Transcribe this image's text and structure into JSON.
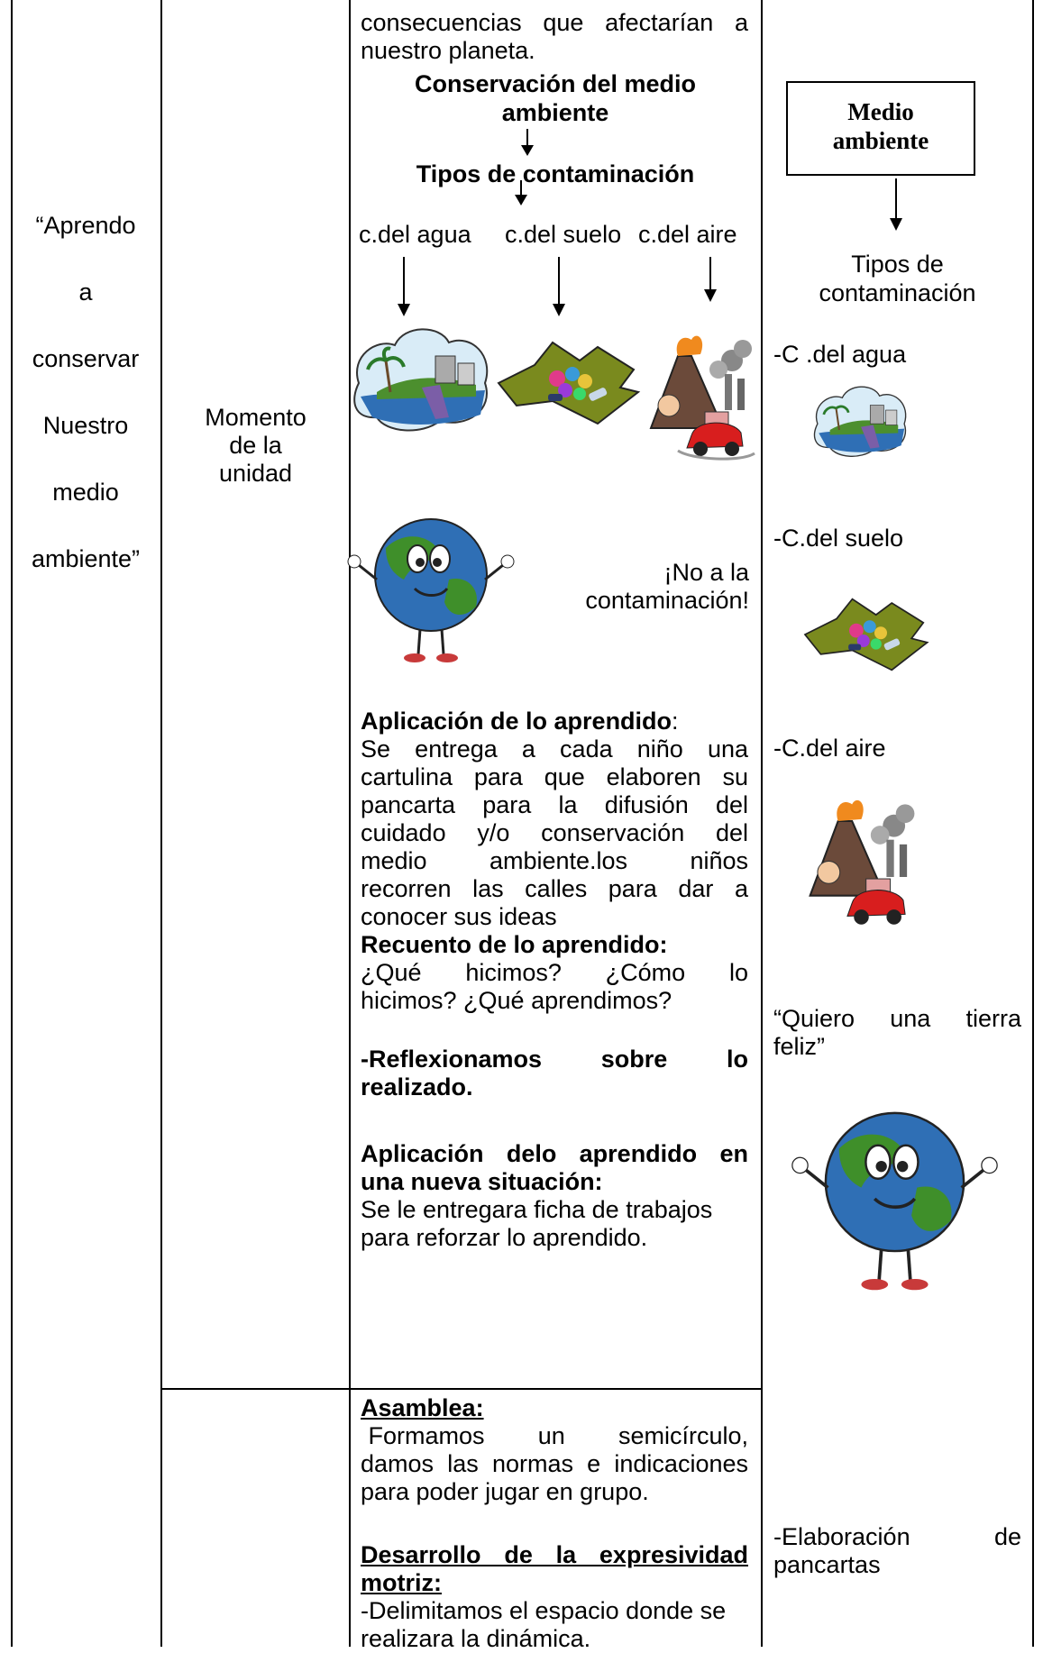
{
  "col1": {
    "lines": [
      "“Aprendo",
      "a",
      "conservar",
      "Nuestro",
      "medio",
      "ambiente”"
    ]
  },
  "col2": {
    "lines": [
      "Momento",
      "de la",
      "unidad"
    ]
  },
  "col3": {
    "intro_line1": "consecuencias que afectarían a",
    "intro_line2": "nuestro planeta.",
    "conservacion_line1": "Conservación del  medio",
    "conservacion_line2": "ambiente",
    "tipos_title": "Tipos de contaminación",
    "c_agua": "c.del agua",
    "c_suelo": "c.del suelo",
    "c_aire": "c.del aire",
    "no_contaminacion_line1": "¡No a la",
    "no_contaminacion_line2": "contaminación!",
    "aplicacion_title": "Aplicación de lo aprendido",
    "aplicacion_colon": ":",
    "aplicacion_lines": [
      "Se entrega a cada niño una",
      "cartulina para que elaboren su",
      "pancarta para la difusión   del",
      "cuidado    y/o conservación del",
      "medio        ambiente.los       niños",
      "recorren las calles para dar a",
      "conocer sus ideas"
    ],
    "recuento_title": "Recuento de lo aprendido:",
    "recuento_line1": "¿Qué      hicimos?      ¿Cómo       lo",
    "recuento_line2": "hicimos? ¿Qué aprendimos?",
    "reflexionamos_line1": "-Reflexionamos           sobre          lo",
    "reflexionamos_line2": "realizado.",
    "nueva_line1": "Aplicación delo aprendido en",
    "nueva_line2": "una nueva situación:",
    "nueva_text1": "Se le entregara ficha de trabajos",
    "nueva_text2": "para  reforzar lo aprendido.",
    "asamblea_title": "Asamblea:",
    "asamblea_lines": [
      " Formamos       un       semicírculo,",
      "damos las normas e indicaciones",
      "para poder jugar en grupo."
    ],
    "desarrollo_line1": "Desarrollo de la expresividad",
    "desarrollo_line2": "motriz:",
    "desarrollo_text1": "-Delimitamos el espacio donde se",
    "desarrollo_text2": "realizara la dinámica."
  },
  "col4": {
    "box_line1": "Medio",
    "box_line2": "ambiente",
    "tipos_line1": "Tipos de",
    "tipos_line2": "contaminación",
    "c_agua": "-C .del agua",
    "c_suelo": "-C.del suelo",
    "c_aire": "-C.del aire",
    "quiero_line1": "“Quiero     una     tierra",
    "quiero_line2": "feliz”",
    "elaboracion_line1": "-Elaboración              de",
    "elaboracion_line2": "pancartas"
  },
  "colors": {
    "border": "#000000",
    "earth_ocean": "#2f6fb5",
    "earth_land": "#3f8f2a",
    "ground": "#7a8a1e",
    "volcano": "#6b4a3a",
    "car": "#d81e1e"
  }
}
